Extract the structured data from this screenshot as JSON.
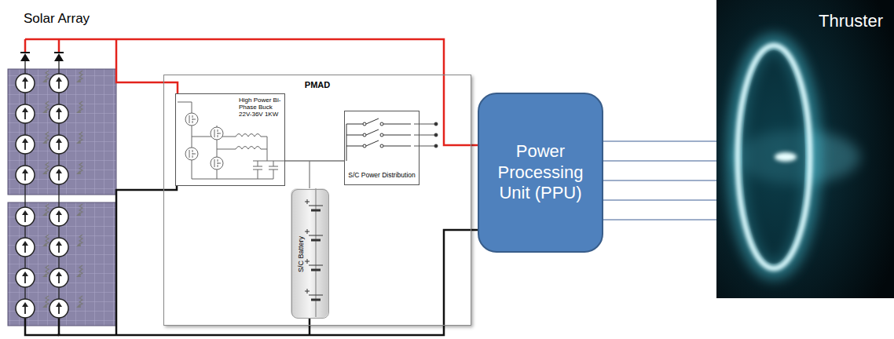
{
  "diagram": {
    "nodes": [
      {
        "text": [
          "Solar Array"
        ]
      },
      {
        "text": [
          "PMAD"
        ]
      },
      {
        "text": [
          "High Power Bi-Phase Buck 22V-36V 1KW"
        ],
        "in": 1
      },
      {
        "text": [
          "S/C Battery"
        ],
        "in": 1
      },
      {
        "text": [
          "S/C Power Distribution"
        ],
        "in": 1
      },
      {
        "text": [
          "Power Processing Unit (PPU)"
        ]
      },
      {
        "text": [
          "Thruster"
        ]
      }
    ],
    "edges": [
      {
        "from": 0,
        "to": 2,
        "arrow": "none"
      },
      {
        "from": 0,
        "to": 5,
        "arrow": "none"
      },
      {
        "from": 0,
        "to": 5,
        "arrow": "none"
      },
      {
        "from": 2,
        "to": 4,
        "arrow": "none"
      },
      {
        "from": 5,
        "to": 6,
        "arrow": "none"
      },
      {
        "from": 5,
        "to": 6,
        "arrow": "none"
      },
      {
        "from": 5,
        "to": 6,
        "arrow": "none"
      },
      {
        "from": 5,
        "to": 6,
        "arrow": "none"
      },
      {
        "from": 5,
        "to": 6,
        "arrow": "none"
      }
    ]
  }
}
